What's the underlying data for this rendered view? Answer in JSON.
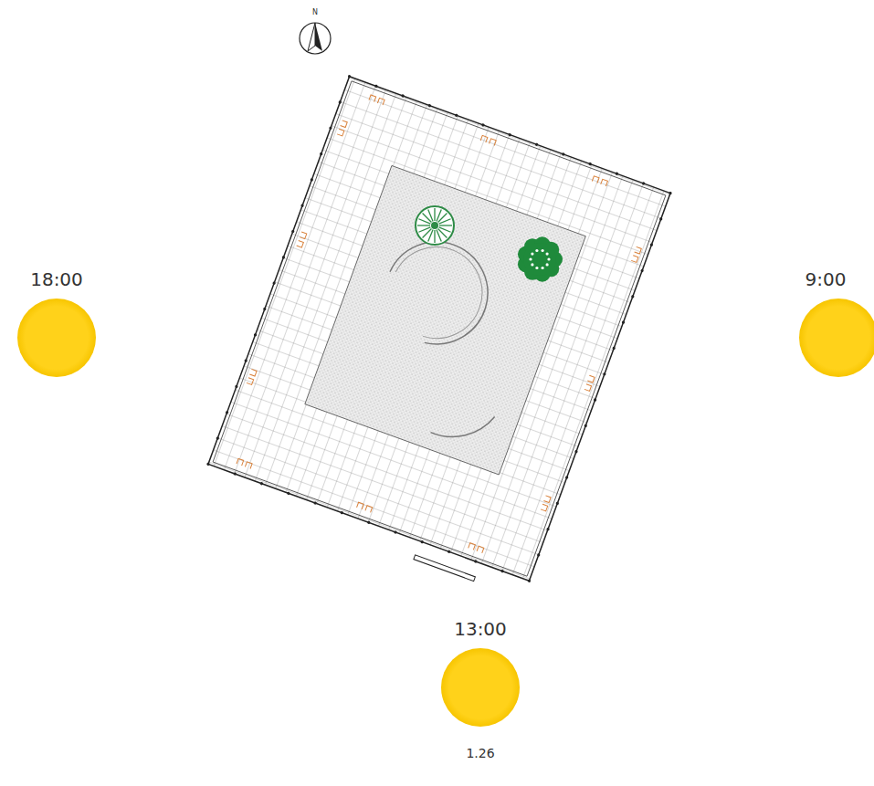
{
  "diagram": {
    "caption": "1.26",
    "labels": [
      "N",
      "18:00",
      "9:00",
      "13:00"
    ]
  }
}
